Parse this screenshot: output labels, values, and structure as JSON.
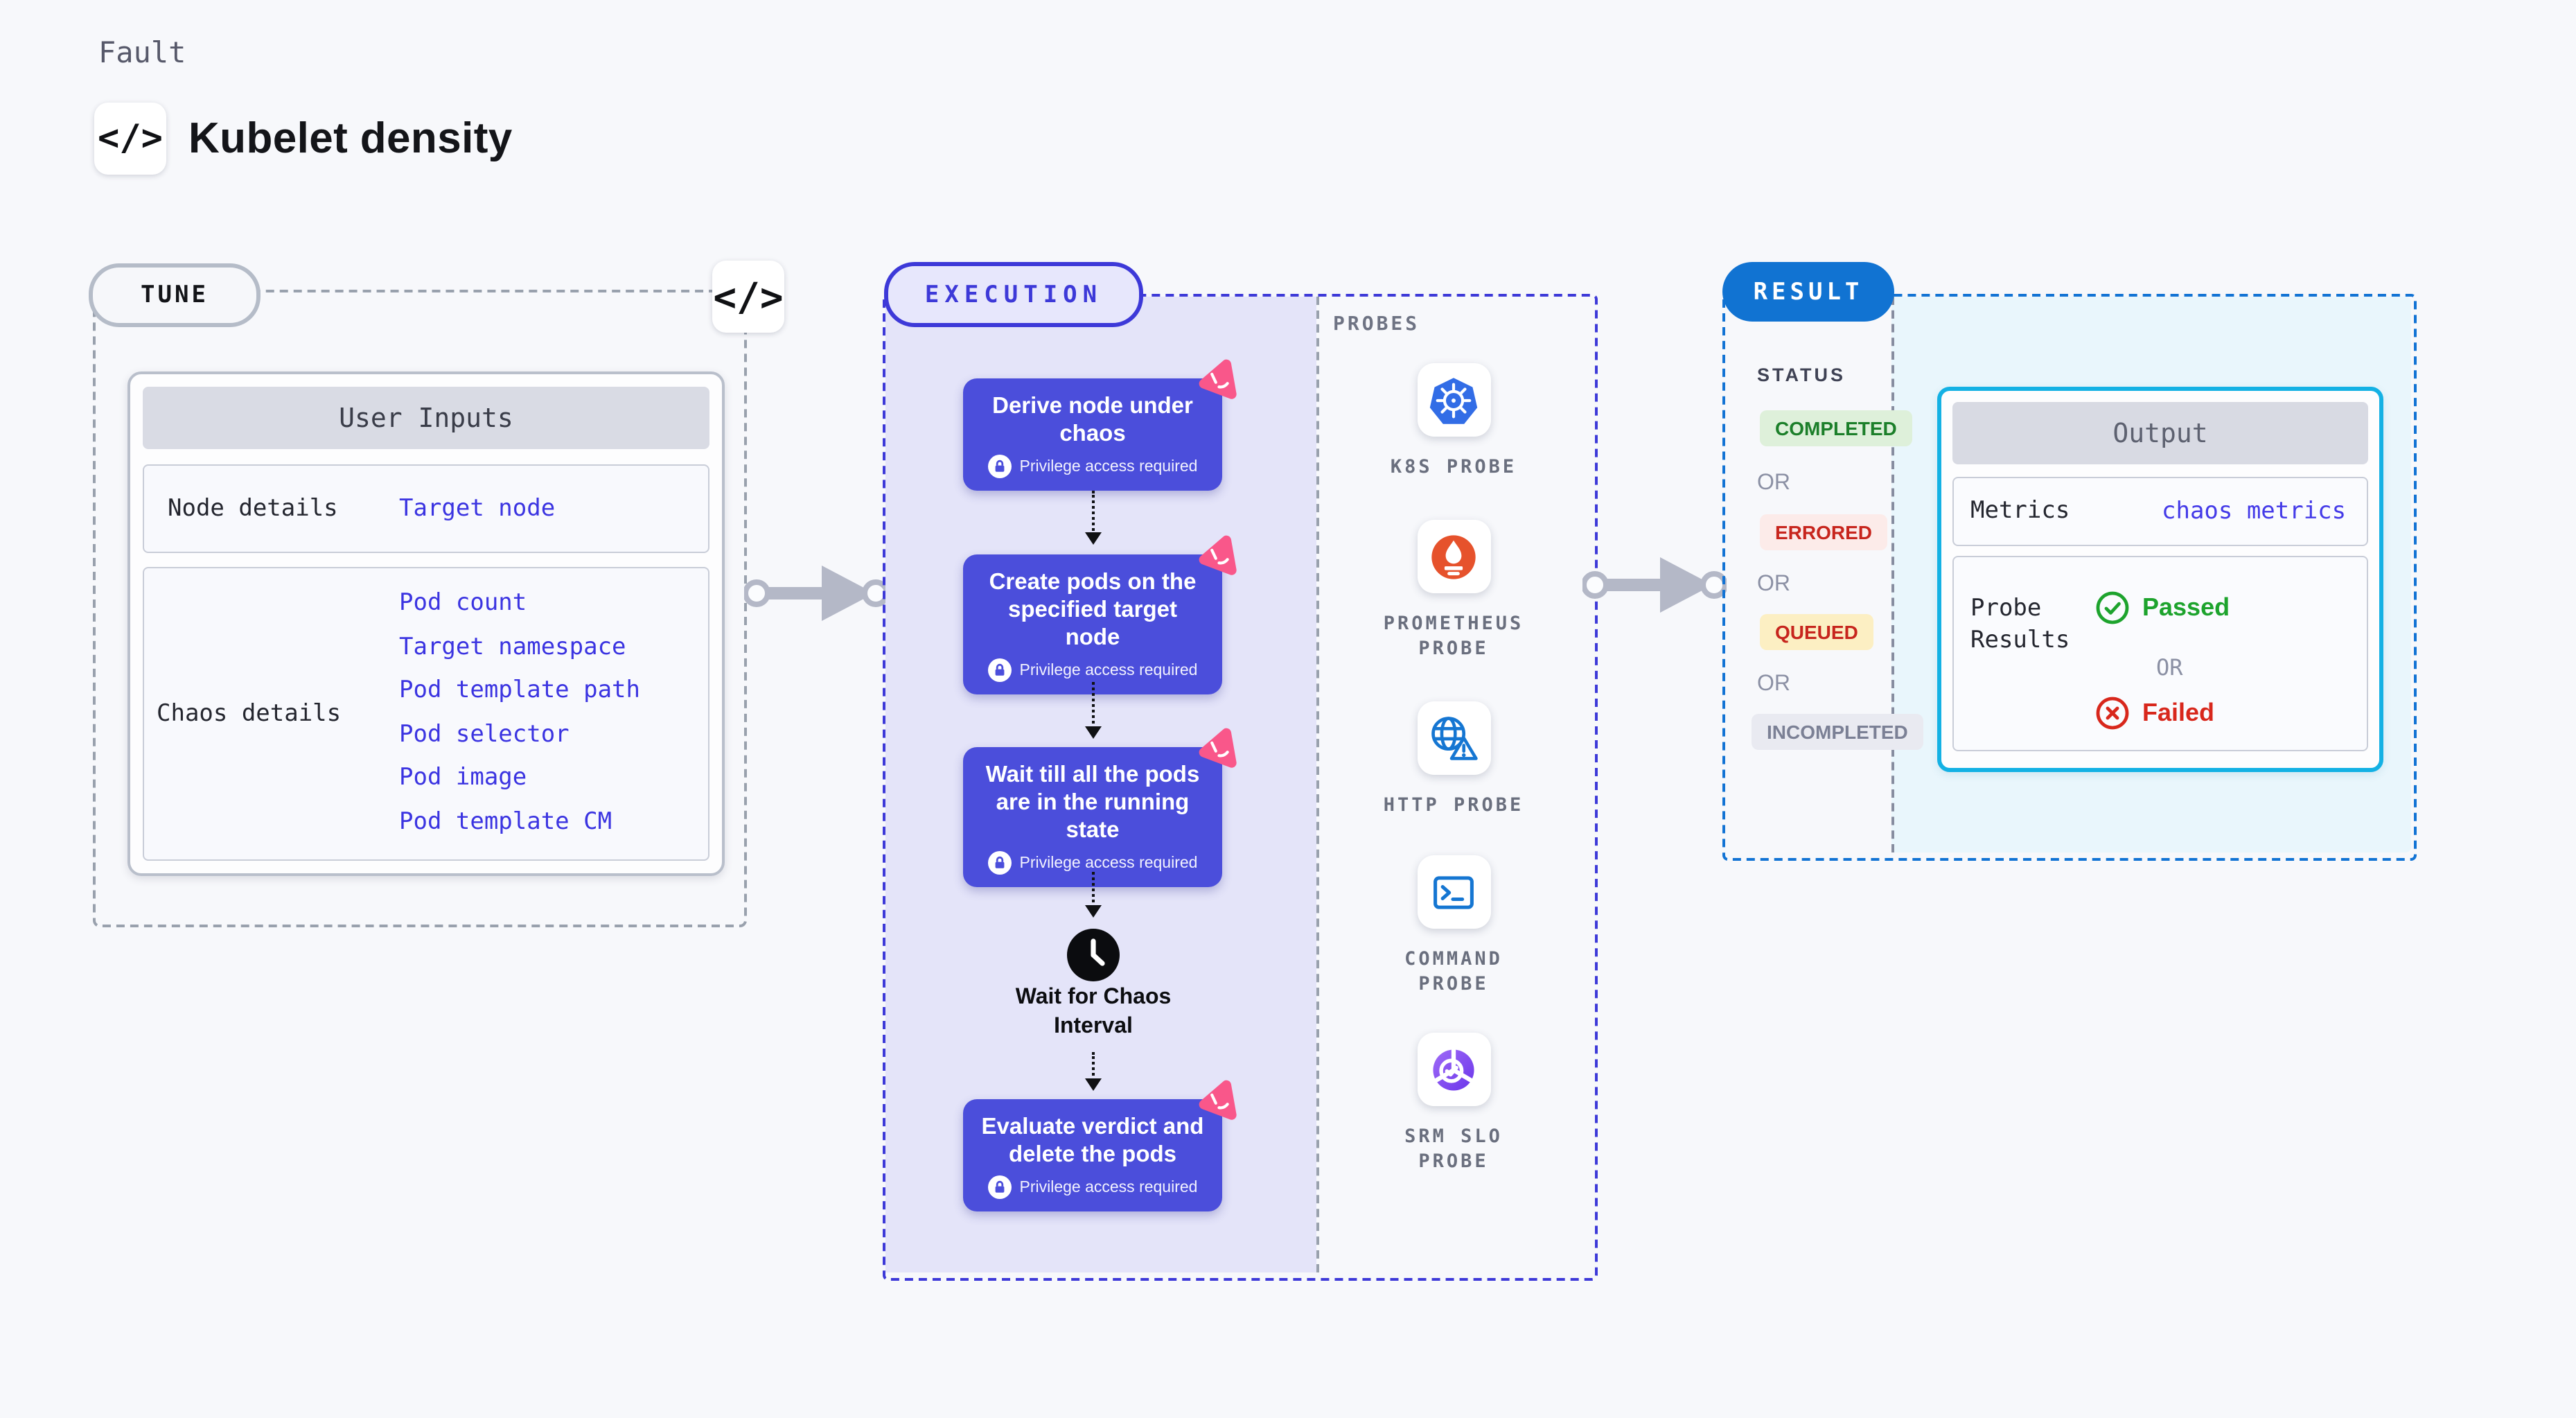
{
  "header": {
    "kicker": "Fault",
    "title": "Kubelet density",
    "code_icon_label": "</>"
  },
  "tune": {
    "pill": "TUNE",
    "code_icon_label": "</>",
    "table": {
      "title": "User Inputs",
      "rows": [
        {
          "label": "Node details",
          "links": [
            "Target node"
          ]
        },
        {
          "label": "Chaos details",
          "links": [
            "Pod count",
            "Target namespace",
            "Pod template path",
            "Pod selector",
            "Pod image",
            "Pod template CM"
          ]
        }
      ]
    }
  },
  "execution": {
    "pill": "EXECUTION",
    "privilege_label": "Privilege access required",
    "steps": [
      {
        "title": "Derive node under\nchaos"
      },
      {
        "title": "Create pods on the\nspecified target\nnode"
      },
      {
        "title": "Wait till all the pods\nare in the running\nstate"
      },
      {
        "title": "Evaluate verdict and\ndelete the pods"
      }
    ],
    "wait_label": "Wait for Chaos\nInterval"
  },
  "probes": {
    "title": "PROBES",
    "items": [
      {
        "label": "K8S PROBE",
        "icon": "kubernetes-icon"
      },
      {
        "label": "PROMETHEUS\nPROBE",
        "icon": "prometheus-icon"
      },
      {
        "label": "HTTP PROBE",
        "icon": "globe-alert-icon"
      },
      {
        "label": "COMMAND\nPROBE",
        "icon": "terminal-icon"
      },
      {
        "label": "SRM SLO\nPROBE",
        "icon": "slo-pie-check-icon"
      }
    ]
  },
  "result": {
    "pill": "RESULT",
    "status": {
      "title": "STATUS",
      "or": "OR",
      "badges": [
        {
          "text": "COMPLETED",
          "kind": "success"
        },
        {
          "text": "ERRORED",
          "kind": "error"
        },
        {
          "text": "QUEUED",
          "kind": "warning"
        },
        {
          "text": "INCOMPLETED",
          "kind": "neutral"
        }
      ]
    },
    "output": {
      "title": "Output",
      "metrics_label": "Metrics",
      "metrics_value": "chaos metrics",
      "probe_results_label": "Probe\nResults",
      "passed": "Passed",
      "or": "OR",
      "failed": "Failed"
    }
  },
  "colors": {
    "accent_indigo": "#3d39d8",
    "flow_box_purple": "#4b4edb",
    "lavender_panel": "#e4e4f9",
    "result_blue": "#1173d2",
    "output_cyan": "#14b1e4",
    "cyan_panel": "#e9f6fc",
    "link_indigo": "#3b34e1",
    "success_green": "#1c7f2a",
    "error_red": "#c7251d",
    "warning_bg": "#fcefc3",
    "litmus_pink": "#f9578a",
    "kubernetes_blue": "#326de6",
    "prometheus_orange": "#e6522c",
    "probe_icon_blue": "#1576d2",
    "srm_purple": "#7c4df0"
  }
}
